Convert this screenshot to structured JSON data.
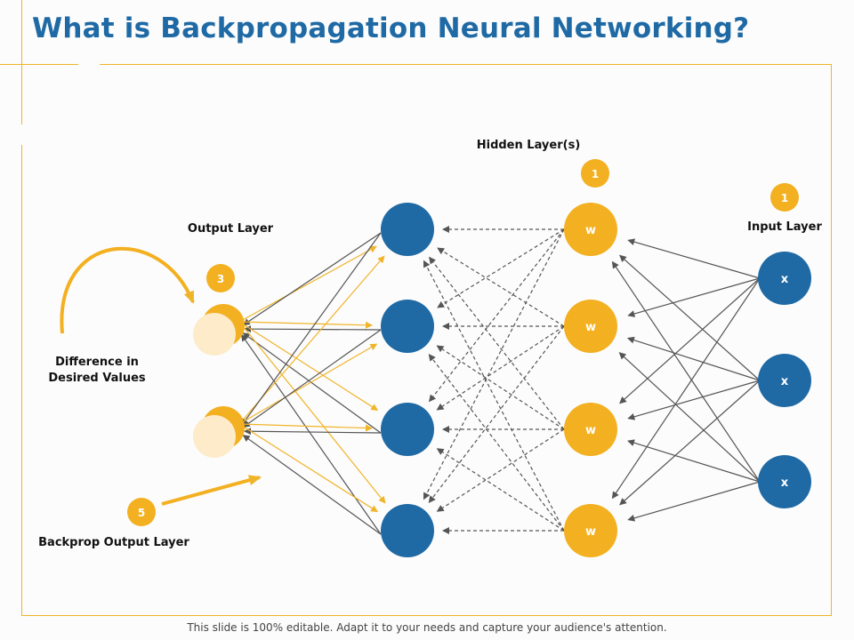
{
  "title": "What is Backpropagation Neural Networking?",
  "labels": {
    "hidden_layers": "Hidden Layer(s)",
    "input_layer": "Input Layer",
    "output_layer": "Output Layer",
    "difference_line1": "Difference in",
    "difference_line2": "Desired Values",
    "backprop_output": "Backprop Output Layer"
  },
  "badges": {
    "hidden": "1",
    "input": "1",
    "output": "3",
    "backprop": "5"
  },
  "nodes": {
    "hidden_label": "w",
    "input_label": "x",
    "hidden_count": 4,
    "input_count": 3,
    "middle_count": 4,
    "output_count": 2
  },
  "colors": {
    "blue": "#1f6aa5",
    "yellow": "#f3b021",
    "pale": "#fdebc9",
    "grey_line": "#555555",
    "yellow_line": "#f0b429"
  },
  "footer": "This slide is 100% editable. Adapt it to your needs and capture your audience's attention."
}
